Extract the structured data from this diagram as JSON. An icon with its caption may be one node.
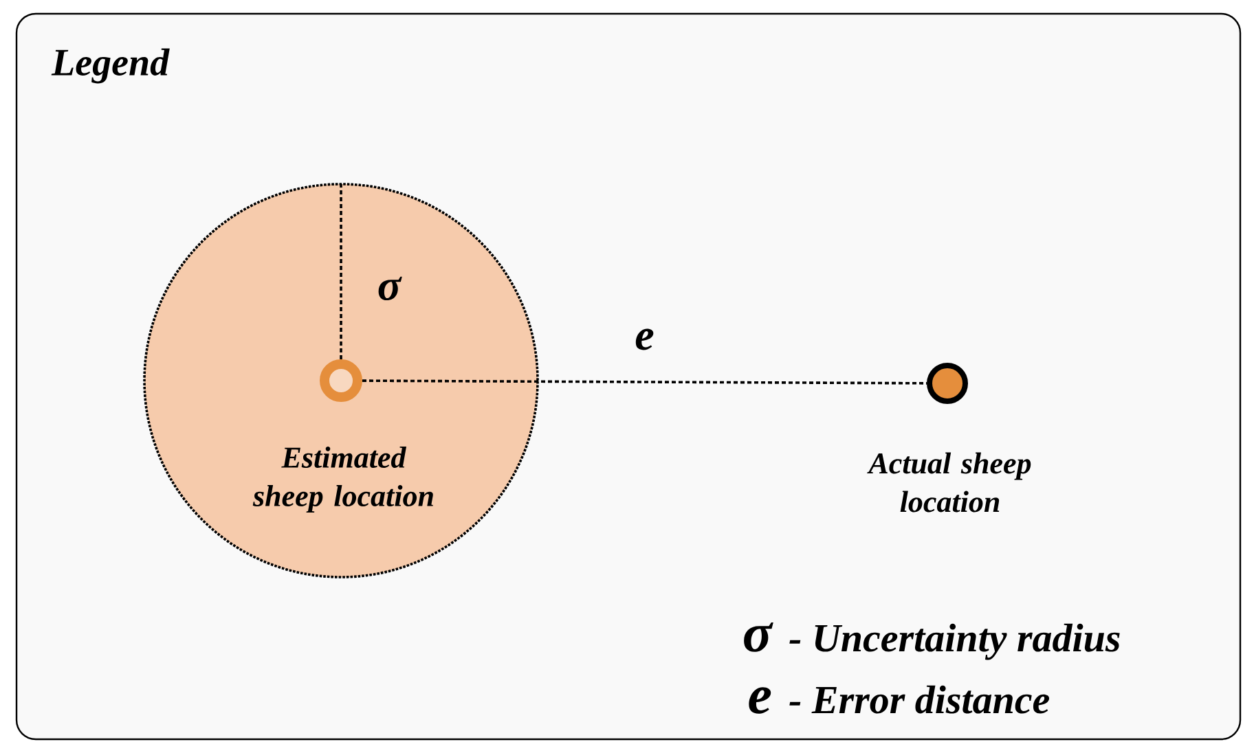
{
  "diagram": {
    "title": "Legend",
    "nodes": [
      {
        "text": [],
        "shape": "circle"
      },
      {
        "text": [],
        "shape": "circle",
        "in": 0,
        "beside": [
          "Estimated sheep location"
        ]
      },
      {
        "text": [],
        "shape": "circle",
        "beside": [
          "Actual sheep location"
        ]
      }
    ],
    "edges": [
      {
        "from": 1,
        "to": 2,
        "arrow": "none",
        "style": "dashed",
        "label": "e"
      }
    ],
    "labels": [
      "σ",
      "σ",
      "- Uncertainty radius",
      "e",
      "- Error distance"
    ]
  }
}
